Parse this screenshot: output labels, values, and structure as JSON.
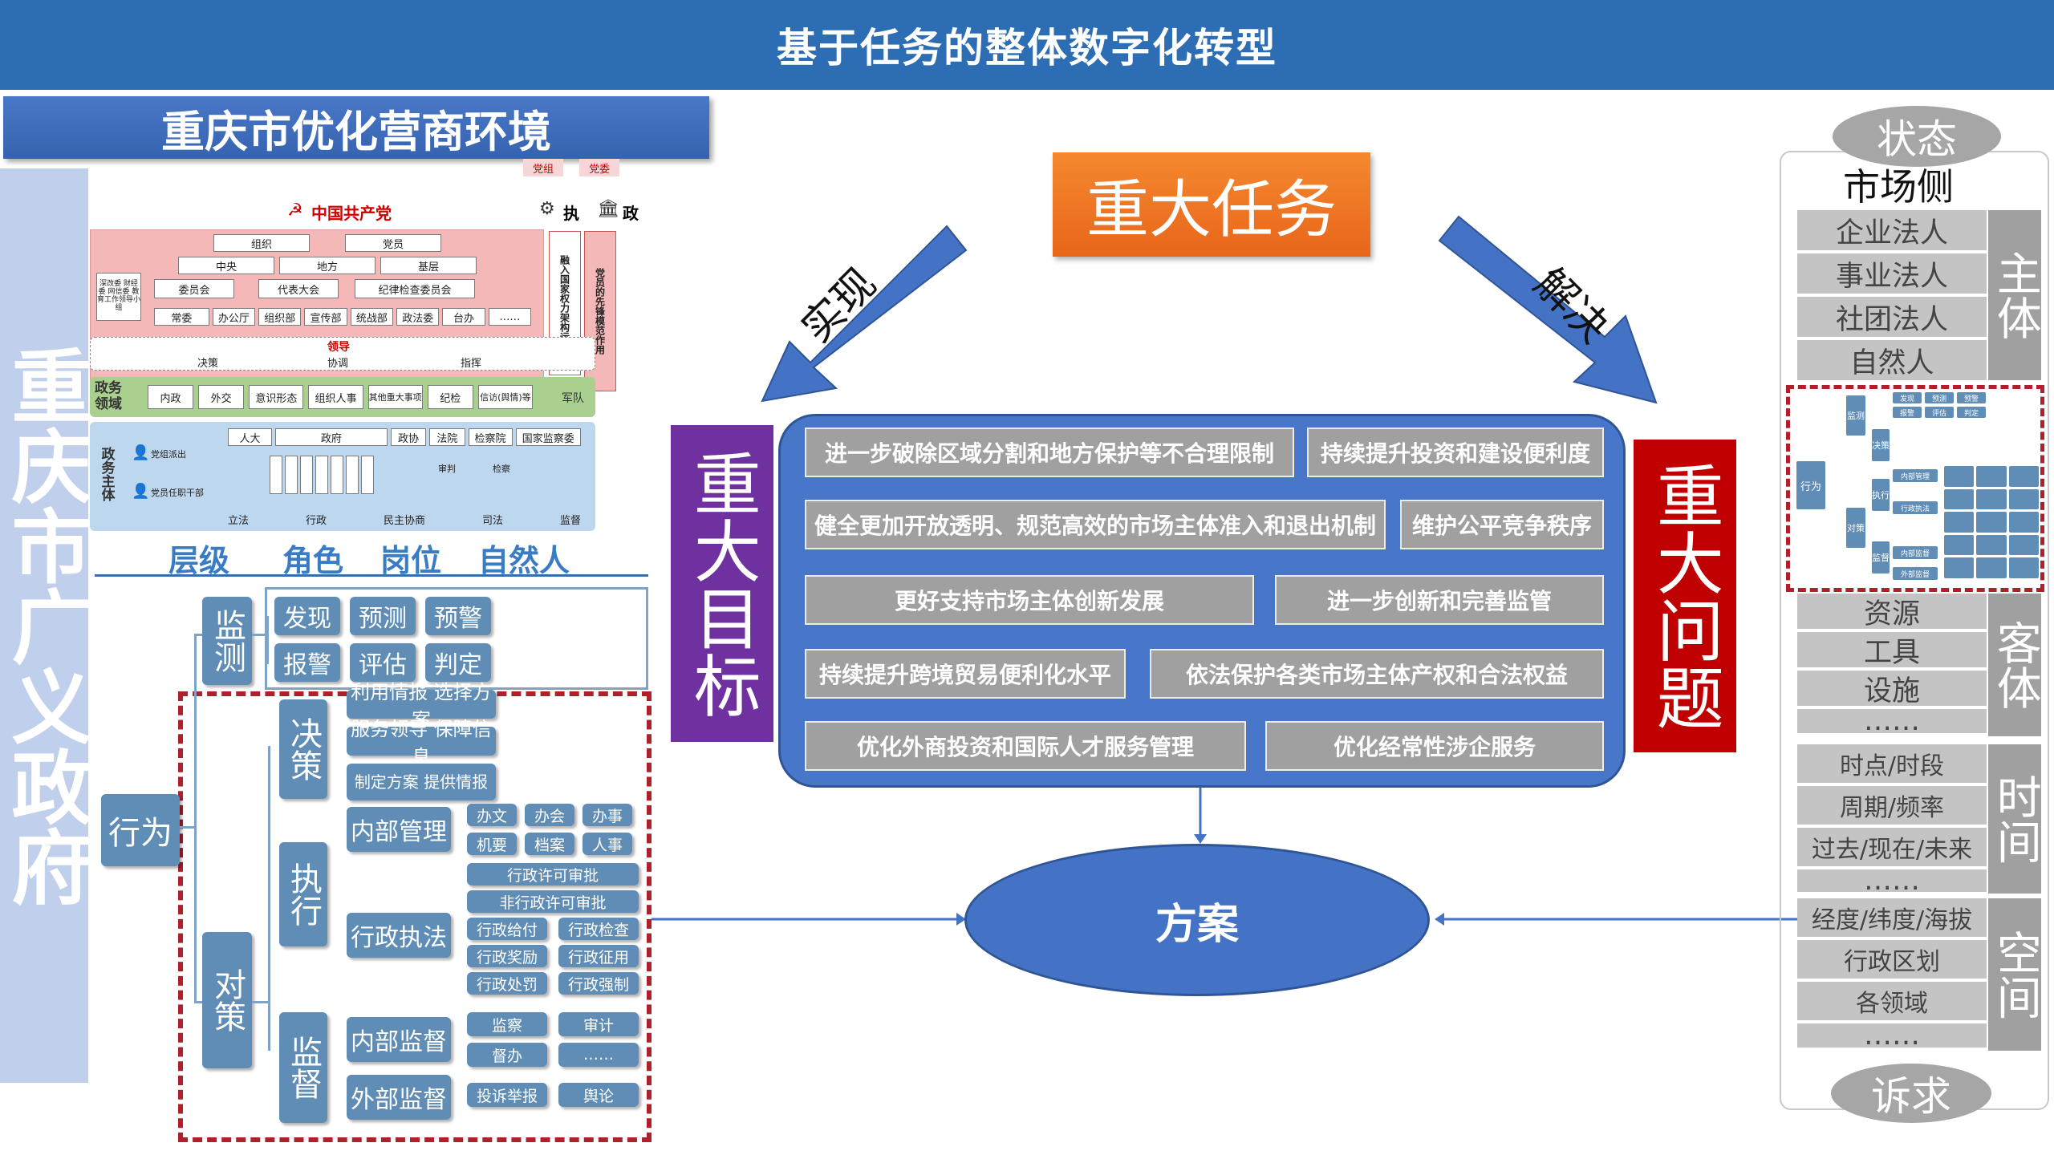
{
  "header": {
    "title": "基于任务的整体数字化转型"
  },
  "left": {
    "banner": "重庆市优化营商环境",
    "vertical_title": "重庆市广义政府",
    "org": {
      "party": "中国共产党",
      "exec": "执",
      "gov": "政",
      "top_small": [
        "党组",
        "党委"
      ],
      "row1": [
        "组织",
        "党员"
      ],
      "row2": [
        "中央",
        "地方",
        "基层"
      ],
      "row3": [
        "委员会",
        "代表大会",
        "纪律检查委员会"
      ],
      "row4": [
        "常委",
        "办公厅",
        "组织部",
        "宣传部",
        "统战部",
        "政法委",
        "台办",
        "……"
      ],
      "side_label": "深改委 财经委 网信委 教育工作领导小组",
      "right_note": "融入国家权力架构运行",
      "right_note2": "党员的先锋模范作用",
      "lead": "领导",
      "lead_items": [
        "决策",
        "协调",
        "指挥"
      ],
      "domain_label": "政务领域",
      "domains": [
        "内政",
        "外交",
        "意识形态",
        "组织人事",
        "其他重大事项",
        "纪检",
        "信访(舆情)等"
      ],
      "army": "军队",
      "subject_label": "政务主体",
      "subject_people": [
        "党组派出",
        "党员任职干部"
      ],
      "subject_top": [
        "人大",
        "政府",
        "政协",
        "法院",
        "检察院",
        "国家监察委"
      ],
      "subject_mid": [
        "审判",
        "检察"
      ],
      "subject_bottom": [
        "立法",
        "行政",
        "民主协商",
        "司法",
        "监督"
      ]
    },
    "levels": [
      "层级",
      "角色",
      "岗位",
      "自然人"
    ],
    "tree": {
      "root": "行为",
      "monitor": "监测",
      "monitor_items": [
        "发现",
        "预测",
        "预警",
        "报警",
        "评估",
        "判定"
      ],
      "response": "对策",
      "decide": "决策",
      "decide_items": [
        "利用情报 选择方案",
        "服务领导 保障信息",
        "制定方案 提供情报"
      ],
      "execute": "执行",
      "internal_mgmt": "内部管理",
      "internal_mgmt_items": [
        "办文",
        "办会",
        "办事",
        "机要",
        "档案",
        "人事"
      ],
      "law_enforcement": "行政执法",
      "law_items": [
        "行政许可审批",
        "非行政许可审批",
        "行政给付",
        "行政检查",
        "行政奖励",
        "行政征用",
        "行政处罚",
        "行政强制"
      ],
      "supervise": "监督",
      "internal_sup": "内部监督",
      "internal_sup_items": [
        "监察",
        "审计",
        "督办",
        "……"
      ],
      "external_sup": "外部监督",
      "external_sup_items": [
        "投诉举报",
        "舆论"
      ]
    }
  },
  "center": {
    "task": "重大任务",
    "realize": "实现",
    "solve": "解决",
    "goal": "重大目标",
    "problem": "重大问题",
    "items": [
      "进一步破除区域分割和地方保护等不合理限制",
      "持续提升投资和建设便利度",
      "健全更加开放透明、规范高效的市场主体准入和退出机制",
      "维护公平竞争秩序",
      "更好支持市场主体创新发展",
      "进一步创新和完善监管",
      "持续提升跨境贸易便利化水平",
      "依法保护各类市场主体产权和合法权益",
      "优化外商投资和国际人才服务管理",
      "优化经常性涉企服务"
    ],
    "plan": "方案"
  },
  "right": {
    "state": "状态",
    "market": "市场侧",
    "subject_rows": [
      "企业法人",
      "事业法人",
      "社团法人",
      "自然人"
    ],
    "subject_label": "主体",
    "object_rows": [
      "资源",
      "工具",
      "设施",
      "……"
    ],
    "object_label": "客体",
    "time_rows": [
      "时点/时段",
      "周期/频率",
      "过去/现在/未来",
      "……"
    ],
    "time_label": "时间",
    "space_rows": [
      "经度/纬度/海拔",
      "行政区划",
      "各领域",
      "……"
    ],
    "space_label": "空间",
    "appeal": "诉求",
    "mini_root": "行为",
    "mini": [
      "监测",
      "对策",
      "决策",
      "执行",
      "监督",
      "发现",
      "预测",
      "预警",
      "报警",
      "评估",
      "判定",
      "内部管理",
      "行政执法",
      "内部监督",
      "外部监督"
    ]
  },
  "colors": {
    "header": "#2c6db3",
    "task": "#ed7d31",
    "goal": "#7031a0",
    "problem": "#c00000",
    "panel": "#4876c8",
    "node": "#5f8db6",
    "dash": "#b0202a"
  }
}
